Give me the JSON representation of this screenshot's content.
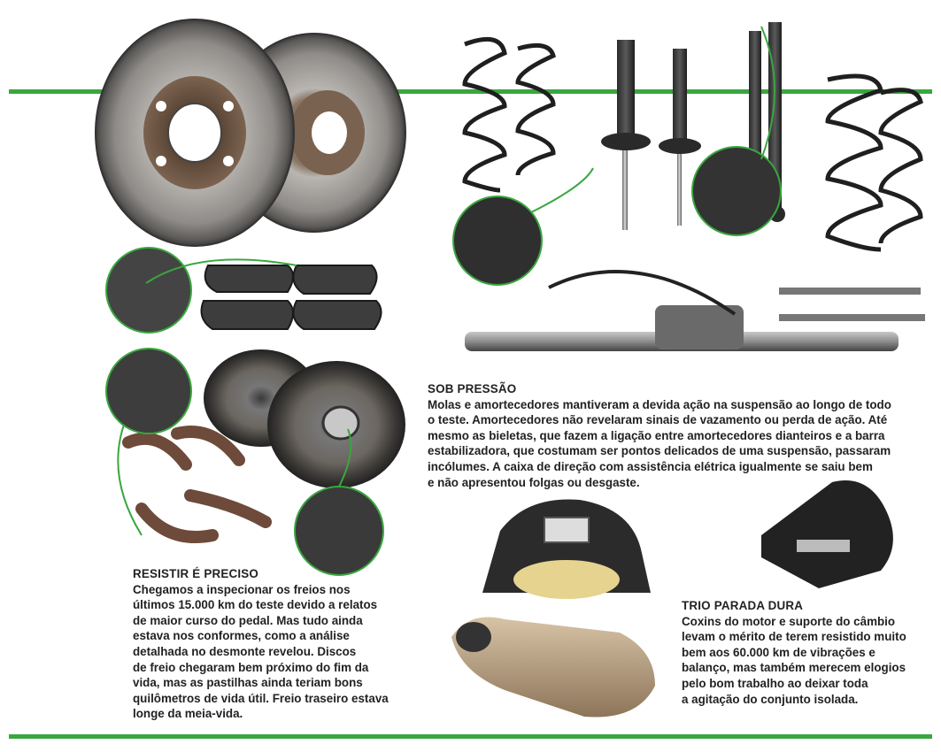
{
  "sections": {
    "suspension": {
      "heading": "SOB PRESSÃO",
      "lines": [
        "Molas e amortecedores mantiveram a devida ação na suspensão ao longo de todo",
        "o teste. Amortecedores não revelaram sinais de vazamento ou perda de ação. Até",
        "mesmo as bieletas, que fazem a ligação entre amortecedores dianteiros e a barra",
        "estabilizadora, que costumam ser pontos delicados de uma suspensão, passaram",
        "incólumes. A caixa de direção com assistência elétrica igualmente se saiu bem",
        "e não apresentou folgas ou desgaste."
      ]
    },
    "brakes": {
      "heading": "RESISTIR É PRECISO",
      "lines": [
        "Chegamos a inspecionar os freios nos",
        "últimos 15.000 km do teste devido a relatos",
        "de maior curso do pedal. Mas tudo ainda",
        "estava nos conformes, como a análise",
        "detalhada no desmonte revelou. Discos",
        "de freio chegaram bem próximo do fim da",
        "vida, mas as pastilhas ainda teriam bons",
        "quilômetros de vida útil. Freio traseiro estava",
        "longe da meia-vida."
      ]
    },
    "mounts": {
      "heading": "TRIO PARADA DURA",
      "lines": [
        "Coxins do motor e suporte do câmbio",
        "levam o mérito de terem resistido muito",
        "bem aos 60.000 km de vibrações e",
        "balanço, mas também merecem elogios",
        "pelo bom trabalho ao deixar toda",
        "a agitação do conjunto isolada."
      ]
    }
  },
  "colors": {
    "accent_green": "#3aa63f",
    "text": "#222222"
  }
}
